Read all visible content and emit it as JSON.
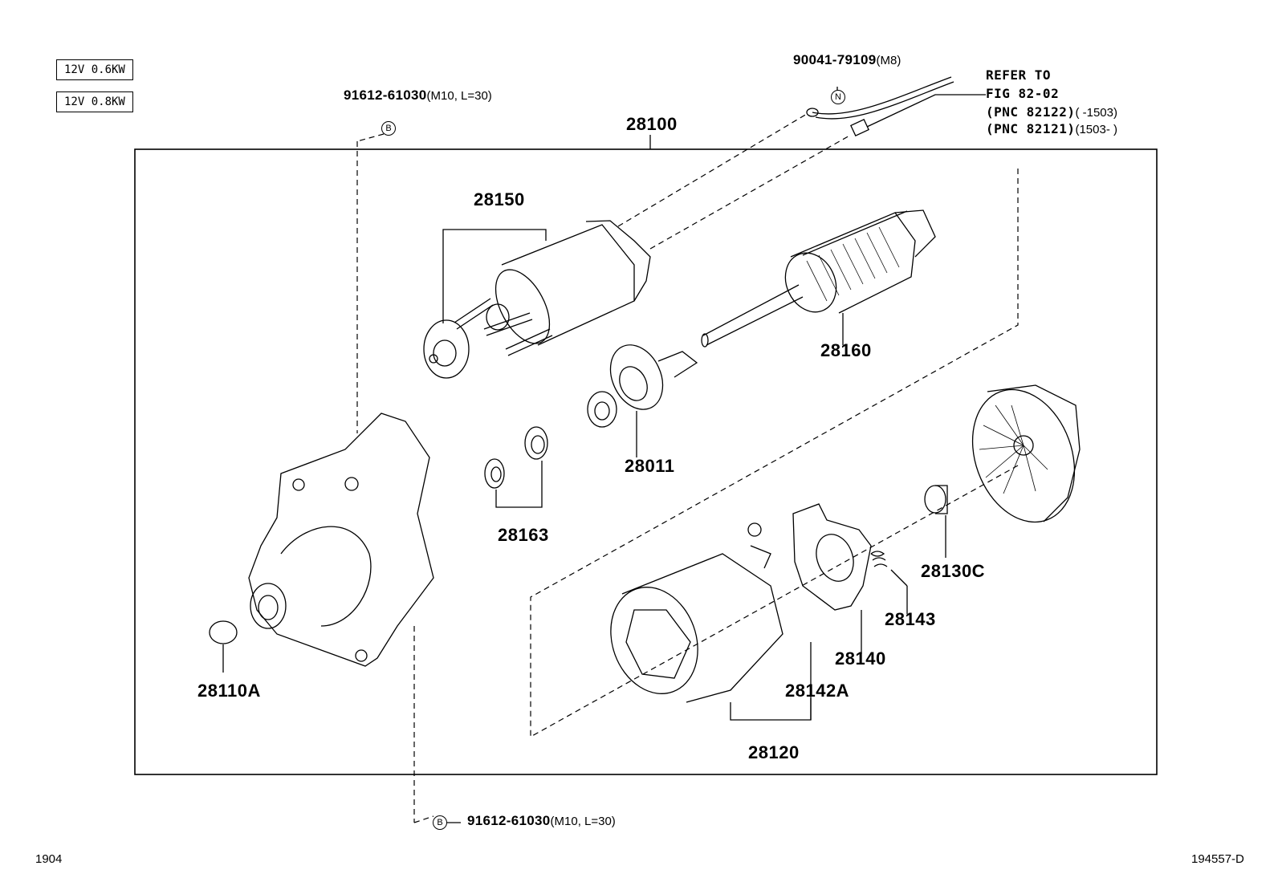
{
  "ratings": [
    "12V 0.6KW",
    "12V 0.8KW"
  ],
  "assembly_label": "28100",
  "bolt_top": {
    "symbol": "B",
    "part": "91612-61030",
    "spec": "(M10, L=30)"
  },
  "bolt_bottom": {
    "symbol": "B",
    "part": "91612-61030",
    "spec": "(M10, L=30)"
  },
  "nut": {
    "symbol": "N",
    "part": "90041-79109",
    "spec": "(M8)"
  },
  "refer": {
    "line1": "REFER TO",
    "line2": "FIG 82-02",
    "pnc1": "(PNC 82122)",
    "pnc1_range": "(      -1503)",
    "pnc2": "(PNC 82121)",
    "pnc2_range": "(1503-      )"
  },
  "parts": {
    "p28150": "28150",
    "p28160": "28160",
    "p28011": "28011",
    "p28163": "28163",
    "p28110a": "28110A",
    "p28130c": "28130C",
    "p28143": "28143",
    "p28140": "28140",
    "p28142a": "28142A",
    "p28120": "28120"
  },
  "footer_left": "1904",
  "footer_right": "194557-D"
}
